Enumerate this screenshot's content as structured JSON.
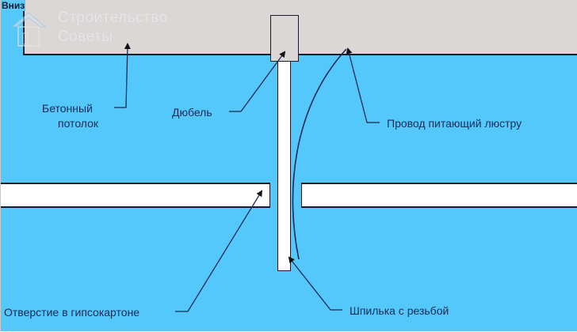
{
  "diagram": {
    "corner_label": "Вниз",
    "watermark": {
      "line1": "Строительство",
      "line2": "Советы",
      "icon": "house-icon"
    },
    "labels": {
      "concrete_ceiling_line1": "Бетонный",
      "concrete_ceiling_line2": "потолок",
      "dowel": "Дюбель",
      "wire": "Провод питающий люстру",
      "drywall_hole": "Отверстие в гипсокартоне",
      "threaded_stud": "Шпилька с резьбой"
    },
    "colors": {
      "background": "#55c8fb",
      "ceiling": "#dbd7d6",
      "drywall": "#ffffff",
      "outline": "#1a1a2a",
      "leader_line": "#1b2a55"
    }
  }
}
